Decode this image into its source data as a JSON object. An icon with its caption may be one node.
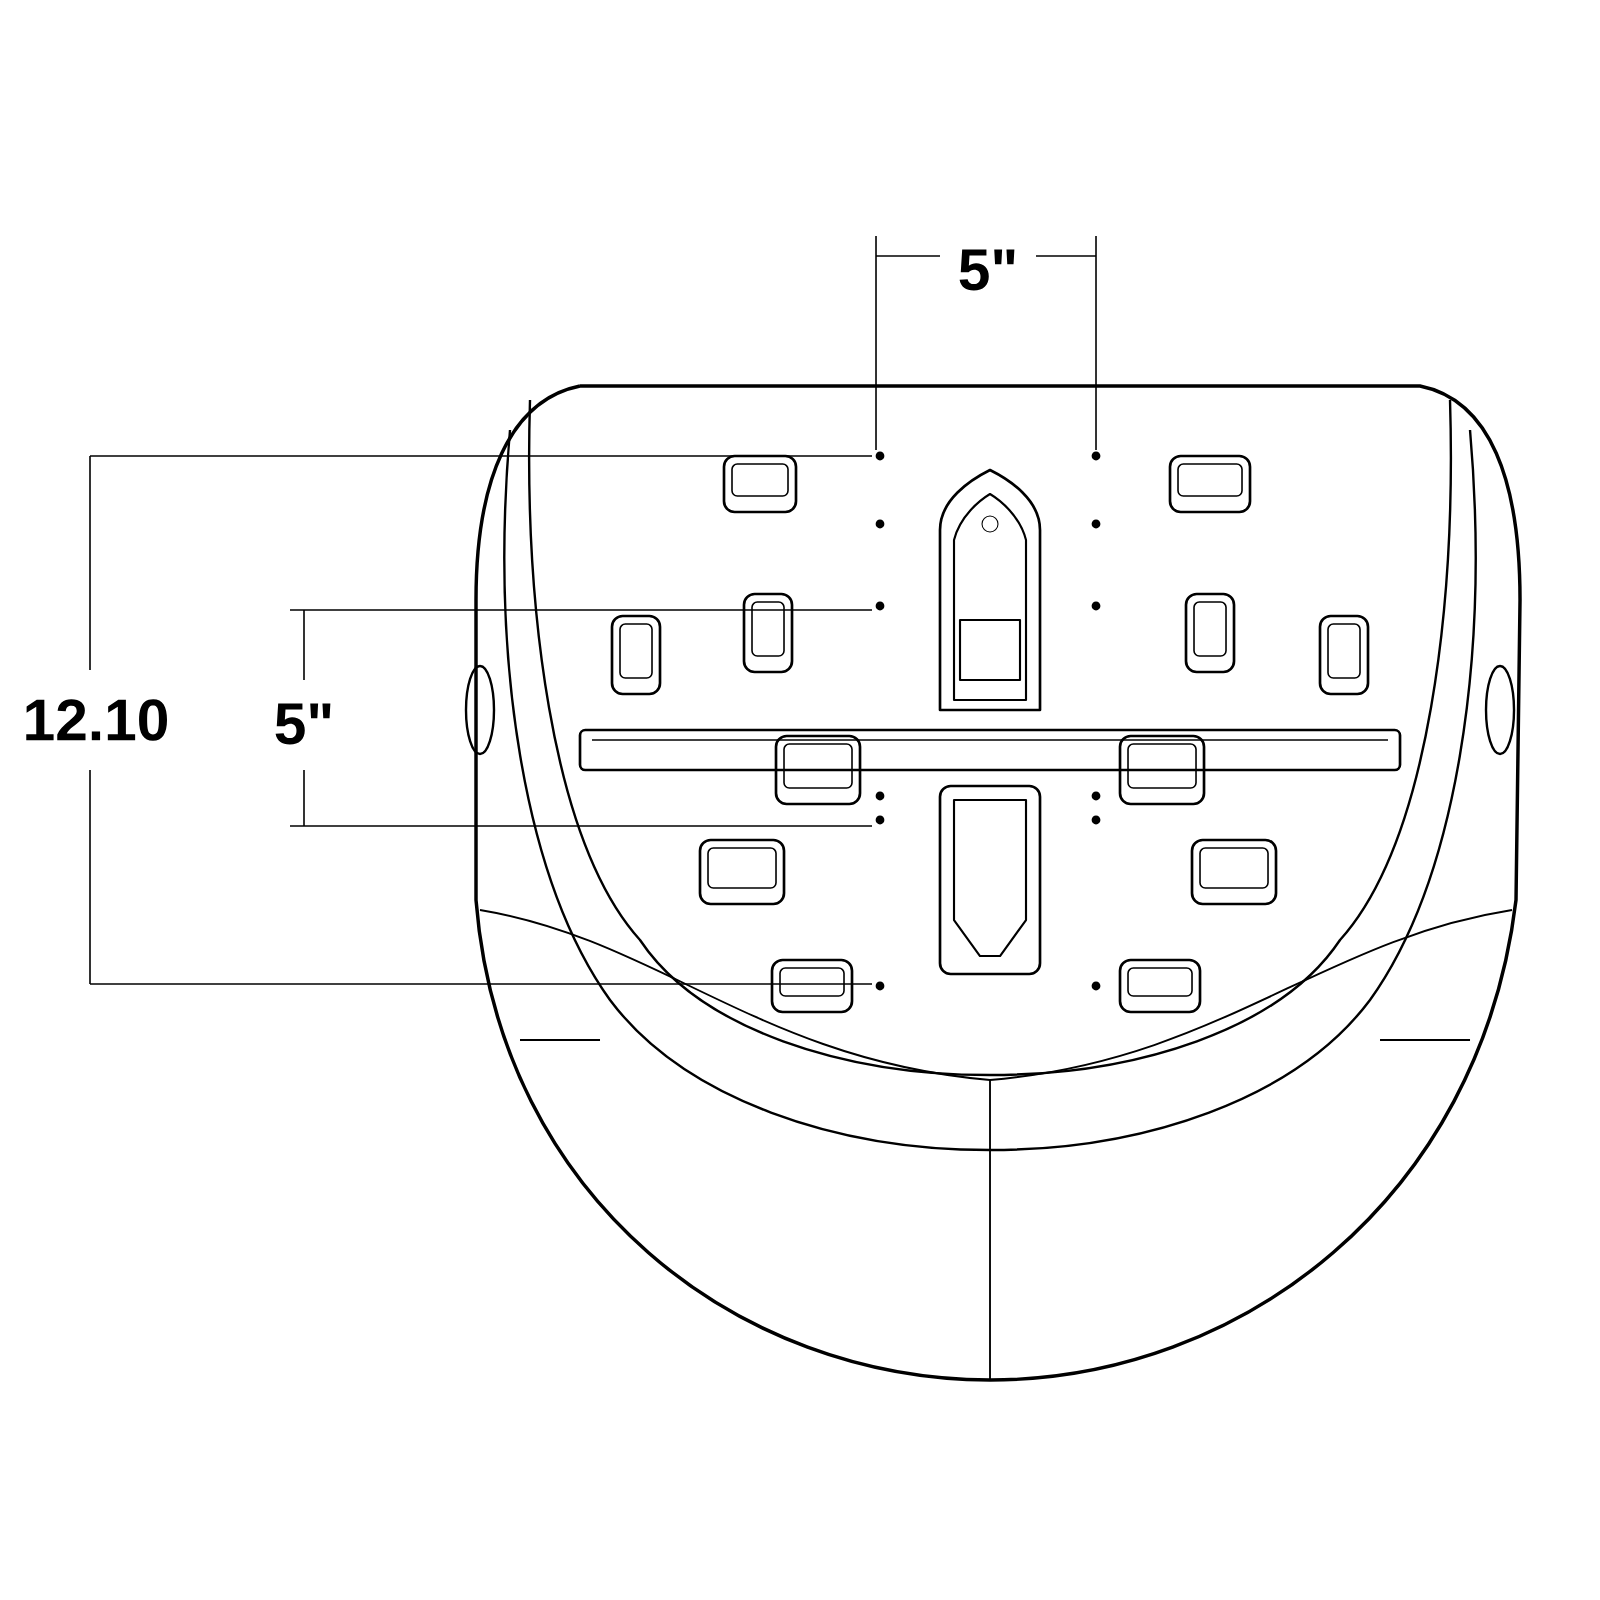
{
  "diagram": {
    "labels": [
      "5\"",
      "12.10",
      "5\""
    ]
  }
}
